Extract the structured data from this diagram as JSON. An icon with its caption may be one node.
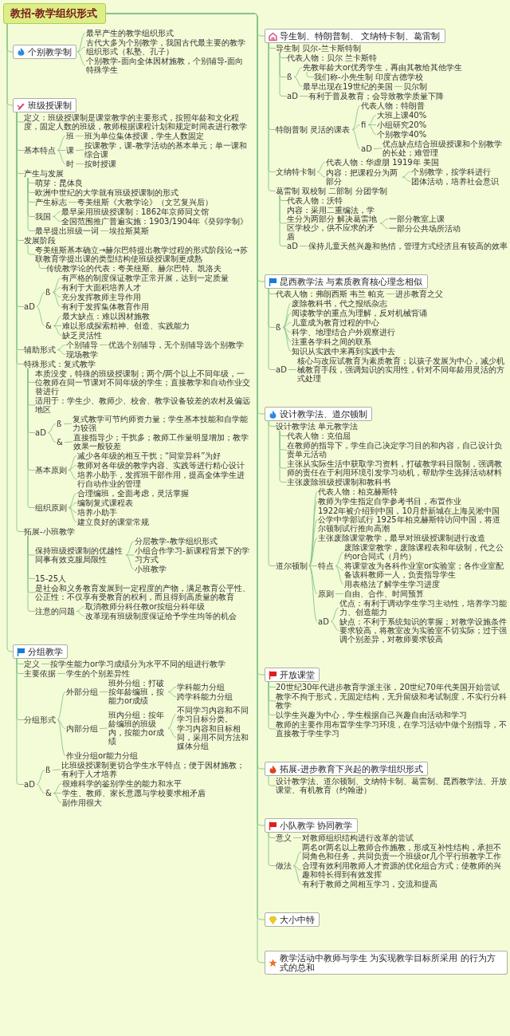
{
  "diagram": {
    "nodes": [
      {
        "text": [
          "教招-教学组织形式"
        ]
      },
      {
        "text": [
          "个别教学制"
        ]
      },
      {
        "text": [
          "最早产生的教学组织形式"
        ]
      },
      {
        "text": [
          "古代大多为个别教学，我国古代最主要的教学组织形式（私塾、孔子）"
        ]
      },
      {
        "text": [
          "个别教学-面向全体因材施教，个别辅导-面向特殊学生"
        ]
      },
      {
        "text": [
          "班级授课制"
        ]
      },
      {
        "text": [
          "定义：班级授课制是课堂教学的主要形式，按照年龄和文化程度，固定人数的班级，教师根据课程计划和规定时间表进行教学"
        ]
      },
      {
        "text": [
          "基本特点"
        ]
      },
      {
        "text": [
          "班"
        ]
      },
      {
        "text": [
          "班为单位集体授课，学生人数固定"
        ]
      },
      {
        "text": [
          "课"
        ]
      },
      {
        "text": [
          "按课教学，课-教学活动的基本单元；单一课和综合课"
        ]
      },
      {
        "text": [
          "时"
        ]
      },
      {
        "text": [
          "按时授课"
        ]
      },
      {
        "text": [
          "产生与发展"
        ]
      },
      {
        "text": [
          "萌芽：昆体良"
        ]
      },
      {
        "text": [
          "欧洲中世纪的大学就有班级授课制的形式"
        ]
      },
      {
        "text": [
          "产生标志"
        ]
      },
      {
        "text": [
          "夸美纽斯《大教学论》（文艺复兴后）"
        ]
      },
      {
        "text": [
          "我国"
        ]
      },
      {
        "text": [
          "最早采用班级授课制：1862年京师同文馆"
        ]
      },
      {
        "text": [
          "全国范围推广普遍实施：1903/1904年《癸卯学制》"
        ]
      },
      {
        "text": [
          "最早提出班级一词"
        ]
      },
      {
        "text": [
          "埃拉斯莫斯"
        ]
      },
      {
        "text": [
          "发展阶段"
        ]
      },
      {
        "text": [
          "夸美纽斯基本确立→赫尔巴特提出教学过程的形式阶段论→苏联教育学提出课的类型结构使班级授课制更成熟"
        ]
      },
      {
        "text": [
          "传统教学论的代表：夸美纽斯、赫尔巴特、凯洛夫"
        ]
      },
      {
        "text": [
          "aD"
        ]
      },
      {
        "text": [
          "ß"
        ]
      },
      {
        "text": [
          "有严格的制度保证教学正常开展，达到一定质量"
        ]
      },
      {
        "text": [
          "有利于大面积培养人才"
        ]
      },
      {
        "text": [
          "充分发挥教师主导作用"
        ]
      },
      {
        "text": [
          "有利于发挥集体教育作用"
        ]
      },
      {
        "text": [
          "&"
        ]
      },
      {
        "text": [
          "最大缺点：难以因材施教"
        ]
      },
      {
        "text": [
          "难以形成探索精神、创造、实践能力"
        ]
      },
      {
        "text": [
          "缺乏灵活性"
        ]
      },
      {
        "text": [
          "辅助形式"
        ]
      },
      {
        "text": [
          "个别辅导"
        ]
      },
      {
        "text": [
          "优选个别辅导，无个别辅导选个别教学"
        ]
      },
      {
        "text": [
          "现场教学"
        ]
      },
      {
        "text": [
          "特殊形式：复式教学"
        ]
      },
      {
        "text": [
          "本质没变，特殊的班级授课制；两个/两个以上不同年级，一位教师在同一节课对不同年级的学生；直接教学和自动作业交替进行"
        ]
      },
      {
        "text": [
          "适用于：学生少、教师少、校舍、教学设备较差的农村及偏远地区"
        ]
      },
      {
        "text": [
          "aD"
        ]
      },
      {
        "text": [
          "ß"
        ]
      },
      {
        "text": [
          "复式教学可节约师资力量；学生基本技能和自学能力较强"
        ]
      },
      {
        "text": [
          "&"
        ]
      },
      {
        "text": [
          "直接指导少；干扰多；教师工作量明显增加；教学效果一般较差"
        ]
      },
      {
        "text": [
          "基本原则"
        ]
      },
      {
        "text": [
          "减少各年级的相互干扰；“同堂异科”为好"
        ]
      },
      {
        "text": [
          "教师对各年级的教学内容、实践等进行精心设计"
        ]
      },
      {
        "text": [
          "培养小助手，发挥班干部作用，提高全体学生进行自动作业的管理"
        ]
      },
      {
        "text": [
          "组织原则"
        ]
      },
      {
        "text": [
          "合理编班，全面考虑，灵活掌握"
        ]
      },
      {
        "text": [
          "编制复式课程表"
        ]
      },
      {
        "text": [
          "培养小助手"
        ]
      },
      {
        "text": [
          "建立良好的课堂常规"
        ]
      },
      {
        "text": [
          "拓展-小班教学"
        ]
      },
      {
        "text": [
          "保持班级授课制的优越性同事有效克服局限性"
        ]
      },
      {
        "text": [
          "分层教学-教学组织形式"
        ]
      },
      {
        "text": [
          "小组合作学习-新课程背景下的学习方式"
        ]
      },
      {
        "text": [
          "小班教学"
        ]
      },
      {
        "text": [
          "15-25人"
        ]
      },
      {
        "text": [
          "是社会和义务教育发展到一定程度的产物，满足教育公平性、公正性：不仅享有受教育的权利，而且得到高质量的教育"
        ]
      },
      {
        "text": [
          "注意的问题"
        ]
      },
      {
        "text": [
          "取消教师分科任教or按组分科年级"
        ]
      },
      {
        "text": [
          "改革现有班级制度保证给予学生均等的机会"
        ]
      },
      {
        "text": [
          "分组教学"
        ]
      },
      {
        "text": [
          "定义"
        ]
      },
      {
        "text": [
          "按学生能力or学习成绩分为水平不同的组进行教学"
        ]
      },
      {
        "text": [
          "主要依据"
        ]
      },
      {
        "text": [
          "学生的个别差异性"
        ]
      },
      {
        "text": [
          "分组形式"
        ]
      },
      {
        "text": [
          "外部分组"
        ]
      },
      {
        "text": [
          "班外分组：打破按年龄编班，按能力or成绩"
        ]
      },
      {
        "text": [
          "学科能力分组"
        ]
      },
      {
        "text": [
          "跨学科能力分组"
        ]
      },
      {
        "text": [
          "内部分组"
        ]
      },
      {
        "text": [
          "班内分组：按年龄编班的班级内，按能力or成绩"
        ]
      },
      {
        "text": [
          "不同学习内容和不同学习目标分类。"
        ]
      },
      {
        "text": [
          "学习内容和目标相同，采用不同方法和媒体分组"
        ]
      },
      {
        "text": [
          "作业分组or能力分组"
        ]
      },
      {
        "text": [
          "aD"
        ]
      },
      {
        "text": [
          "ß"
        ]
      },
      {
        "text": [
          "比班级授课制更切合学生水平特点；便于因材施教；有利于人才培养"
        ]
      },
      {
        "text": [
          "&"
        ]
      },
      {
        "text": [
          "很难科学的鉴别学生的能力和水平"
        ]
      },
      {
        "text": [
          "学生、教师、家长意愿与学校要求相矛盾"
        ]
      },
      {
        "text": [
          "副作用很大"
        ]
      },
      {
        "text": [
          "导生制、特朗普制、 文纳特卡制、葛雷制"
        ]
      },
      {
        "text": [
          "导生制 贝尔-兰卡斯特制"
        ]
      },
      {
        "text": [
          "代表人物：贝尔 兰卡斯特"
        ]
      },
      {
        "text": [
          "ß"
        ]
      },
      {
        "text": [
          "先教年龄大or优秀学生，再由其教给其他学生"
        ]
      },
      {
        "text": [
          "我们称-小先生制 印度古德学校"
        ]
      },
      {
        "text": [
          "最早出现在19世纪的美国"
        ]
      },
      {
        "text": [
          "贝尔制"
        ]
      },
      {
        "text": [
          "aD"
        ]
      },
      {
        "text": [
          "有利于普及教育；会导致教学质量下降"
        ]
      },
      {
        "text": [
          "特朗普制 灵活的课表"
        ]
      },
      {
        "text": [
          "代表人物：特朗普"
        ]
      },
      {
        "text": [
          "fi"
        ]
      },
      {
        "text": [
          "大班上课40%"
        ]
      },
      {
        "text": [
          "小组研究20%"
        ]
      },
      {
        "text": [
          "个别教学40%"
        ]
      },
      {
        "text": [
          "aD"
        ]
      },
      {
        "text": [
          "优点缺点结合班级授课和个别教学的长处；难管理"
        ]
      },
      {
        "text": [
          "文纳特卡制"
        ]
      },
      {
        "text": [
          "代表人物：华虚朋 1919年 美国"
        ]
      },
      {
        "text": [
          "内容：把课程分为两部分"
        ]
      },
      {
        "text": [
          "个别教学，按学科进行"
        ]
      },
      {
        "text": [
          "团体活动，培养社会意识"
        ]
      },
      {
        "text": [
          "葛雷制 双校制 二部制 分团学制"
        ]
      },
      {
        "text": [
          "代表人物：沃特"
        ]
      },
      {
        "text": [
          "内容：采用二重编法，学生分为两部分 解决葛雷地区学校少，供不应求的矛盾"
        ]
      },
      {
        "text": [
          "一部分教室上课"
        ]
      },
      {
        "text": [
          "一部分公共场所活动"
        ]
      },
      {
        "text": [
          "aD"
        ]
      },
      {
        "text": [
          "保持儿童天然兴趣和热情，管理方式经济且有较高的效率"
        ]
      },
      {
        "text": [
          "昆西教学法 与素质教育核心理念相似"
        ]
      },
      {
        "text": [
          "代表人物：弗朗西斯 韦兰 帕克"
        ]
      },
      {
        "text": [
          "进步教育之父"
        ]
      },
      {
        "text": [
          "ß"
        ]
      },
      {
        "text": [
          "废除教科书，代之报纸杂志"
        ]
      },
      {
        "text": [
          "阅读教学的重点为理解，反对机械背诵"
        ]
      },
      {
        "text": [
          "儿童成为教育过程的中心"
        ]
      },
      {
        "text": [
          "科学、地理结合户外观察进行"
        ]
      },
      {
        "text": [
          "注重各学科之间的联系"
        ]
      },
      {
        "text": [
          "知识从实践中来再到实践中去"
        ]
      },
      {
        "text": [
          "aD"
        ]
      },
      {
        "text": [
          "核心与改应试教育为素质教育；以孩子发展为中心，减少机械教育手段，强调知识的实用性，针对不同年龄用灵活的方式处理"
        ]
      },
      {
        "text": [
          "设计教学法、道尔顿制"
        ]
      },
      {
        "text": [
          "设计教学法 单元教学法"
        ]
      },
      {
        "text": [
          "代表人物：克伯屈"
        ]
      },
      {
        "text": [
          "在教师的指导下，学生自己决定学习目的和内容，自己设计负责单元活动"
        ]
      },
      {
        "text": [
          "主张从实际生活中获取学习资料，打破教学科目限制，强调教师的责任在于利用环境引发学习动机，帮助学生选择活动材料"
        ]
      },
      {
        "text": [
          "主张废除班级授课制和教科书"
        ]
      },
      {
        "text": [
          "道尔顿制"
        ]
      },
      {
        "text": [
          "代表人物：柏克赫斯特"
        ]
      },
      {
        "text": [
          "教师为学生指定自学参考书目，布置作业"
        ]
      },
      {
        "text": [
          "1922年被介绍到中国，10月舒新城在上海吴淞中国公学中学部试行 1925年柏克赫斯特访问中国，将道尔顿制试行推向高潮"
        ]
      },
      {
        "text": [
          "主张废除课堂教学，最早对班级授课制进行改造"
        ]
      },
      {
        "text": [
          "特点"
        ]
      },
      {
        "text": [
          "废除课堂教学，废除课程表和年级制，代之公约or合同式（月约）"
        ]
      },
      {
        "text": [
          "将课堂改为各科作业室or实验室；各作业室配备该科教师一人，负责指导学生"
        ]
      },
      {
        "text": [
          "用表格法了解学生学习进度"
        ]
      },
      {
        "text": [
          "原则"
        ]
      },
      {
        "text": [
          "自由、合作、时间预算"
        ]
      },
      {
        "text": [
          "aD"
        ]
      },
      {
        "text": [
          "优点：有利于调动学生学习主动性，培养学习能力、创造能力"
        ]
      },
      {
        "text": [
          "缺点：不利于系统知识的掌握；对教学设施条件要求较高，将教室改为实验室不切实际；过于强调个别差异，对教师要求较高"
        ]
      },
      {
        "text": [
          "开放课堂"
        ]
      },
      {
        "text": [
          "20世纪30年代进步教育学派主张，20世纪70年代美国开始尝试"
        ]
      },
      {
        "text": [
          "教学不拘于形式，无固定结构，无升留级和考试制度，不实行分科教学"
        ]
      },
      {
        "text": [
          "以学生兴趣为中心，学生根据自己兴趣自由活动和学习"
        ]
      },
      {
        "text": [
          "教师的主要作用布置学生学习环境，在学习活动中做个别指导，不直接教于学生学习"
        ]
      },
      {
        "text": [
          "拓展-进步教育下兴起的教学组织形式"
        ]
      },
      {
        "text": [
          "设计教学法、道尔顿制、文纳特卡制、葛雷制、昆西教学法、开放课堂、有机教育（约翰逊）"
        ]
      },
      {
        "text": [
          "小队教学 协同教学"
        ]
      },
      {
        "text": [
          "意义"
        ]
      },
      {
        "text": [
          "对教师组织结构进行改革的尝试"
        ]
      },
      {
        "text": [
          "做法"
        ]
      },
      {
        "text": [
          "两名or两名以上教师合作施教，形成互补性结构，承担不同角色和任务，共同负责一个班级or几个平行班教学工作"
        ]
      },
      {
        "text": [
          "合理有效利用教师人才资源的优化组合方式；使教师的兴趣和特长得到有效发挥"
        ]
      },
      {
        "text": [
          "有利于教师之间相互学习，交流和提高"
        ]
      },
      {
        "text": [
          "大小中特"
        ]
      },
      {
        "text": [
          "教学活动中教师与学生 为实现教学目标所采用 的行为方式的总和"
        ]
      }
    ],
    "edges": [
      {
        "from": 0,
        "to": 1,
        "arrow": "none"
      },
      {
        "from": 1,
        "to": 2,
        "arrow": "none"
      },
      {
        "from": 1,
        "to": 3,
        "arrow": "none"
      },
      {
        "from": 1,
        "to": 4,
        "arrow": "none"
      },
      {
        "from": 0,
        "to": 5,
        "arrow": "none"
      },
      {
        "from": 5,
        "to": 6,
        "arrow": "none"
      },
      {
        "from": 5,
        "to": 7,
        "arrow": "none"
      },
      {
        "from": 7,
        "to": 8,
        "arrow": "none"
      },
      {
        "from": 8,
        "to": 9,
        "arrow": "none"
      },
      {
        "from": 7,
        "to": 10,
        "arrow": "none"
      },
      {
        "from": 10,
        "to": 11,
        "arrow": "none"
      },
      {
        "from": 7,
        "to": 12,
        "arrow": "none"
      },
      {
        "from": 12,
        "to": 13,
        "arrow": "none"
      },
      {
        "from": 5,
        "to": 14,
        "arrow": "none"
      },
      {
        "from": 14,
        "to": 15,
        "arrow": "none"
      },
      {
        "from": 14,
        "to": 16,
        "arrow": "none"
      },
      {
        "from": 14,
        "to": 17,
        "arrow": "none"
      },
      {
        "from": 17,
        "to": 18,
        "arrow": "none"
      },
      {
        "from": 14,
        "to": 19,
        "arrow": "none"
      },
      {
        "from": 19,
        "to": 20,
        "arrow": "none"
      },
      {
        "from": 19,
        "to": 21,
        "arrow": "none"
      },
      {
        "from": 14,
        "to": 22,
        "arrow": "none"
      },
      {
        "from": 22,
        "to": 23,
        "arrow": "none"
      },
      {
        "from": 5,
        "to": 24,
        "arrow": "none"
      },
      {
        "from": 24,
        "to": 25,
        "arrow": "none"
      },
      {
        "from": 25,
        "to": 26,
        "arrow": "none"
      },
      {
        "from": 5,
        "to": 27,
        "arrow": "none"
      },
      {
        "from": 27,
        "to": 28,
        "arrow": "none"
      },
      {
        "from": 28,
        "to": 29,
        "arrow": "none"
      },
      {
        "from": 28,
        "to": 30,
        "arrow": "none"
      },
      {
        "from": 28,
        "to": 31,
        "arrow": "none"
      },
      {
        "from": 28,
        "to": 32,
        "arrow": "none"
      },
      {
        "from": 27,
        "to": 33,
        "arrow": "none"
      },
      {
        "from": 33,
        "to": 34,
        "arrow": "none"
      },
      {
        "from": 33,
        "to": 35,
        "arrow": "none"
      },
      {
        "from": 33,
        "to": 36,
        "arrow": "none"
      },
      {
        "from": 5,
        "to": 37,
        "arrow": "none"
      },
      {
        "from": 37,
        "to": 38,
        "arrow": "none"
      },
      {
        "from": 38,
        "to": 39,
        "arrow": "none"
      },
      {
        "from": 37,
        "to": 40,
        "arrow": "none"
      },
      {
        "from": 5,
        "to": 41,
        "arrow": "none"
      },
      {
        "from": 41,
        "to": 42,
        "arrow": "none"
      },
      {
        "from": 41,
        "to": 43,
        "arrow": "none"
      },
      {
        "from": 41,
        "to": 44,
        "arrow": "none"
      },
      {
        "from": 44,
        "to": 45,
        "arrow": "none"
      },
      {
        "from": 45,
        "to": 46,
        "arrow": "none"
      },
      {
        "from": 44,
        "to": 47,
        "arrow": "none"
      },
      {
        "from": 47,
        "to": 48,
        "arrow": "none"
      },
      {
        "from": 41,
        "to": 49,
        "arrow": "none"
      },
      {
        "from": 49,
        "to": 50,
        "arrow": "none"
      },
      {
        "from": 49,
        "to": 51,
        "arrow": "none"
      },
      {
        "from": 49,
        "to": 52,
        "arrow": "none"
      },
      {
        "from": 41,
        "to": 53,
        "arrow": "none"
      },
      {
        "from": 53,
        "to": 54,
        "arrow": "none"
      },
      {
        "from": 53,
        "to": 55,
        "arrow": "none"
      },
      {
        "from": 53,
        "to": 56,
        "arrow": "none"
      },
      {
        "from": 53,
        "to": 57,
        "arrow": "none"
      },
      {
        "from": 5,
        "to": 58,
        "arrow": "none"
      },
      {
        "from": 58,
        "to": 59,
        "arrow": "none"
      },
      {
        "from": 59,
        "to": 60,
        "arrow": "none"
      },
      {
        "from": 59,
        "to": 61,
        "arrow": "none"
      },
      {
        "from": 59,
        "to": 62,
        "arrow": "none"
      },
      {
        "from": 58,
        "to": 63,
        "arrow": "none"
      },
      {
        "from": 58,
        "to": 64,
        "arrow": "none"
      },
      {
        "from": 58,
        "to": 65,
        "arrow": "none"
      },
      {
        "from": 65,
        "to": 66,
        "arrow": "none"
      },
      {
        "from": 65,
        "to": 67,
        "arrow": "none"
      },
      {
        "from": 0,
        "to": 68,
        "arrow": "none"
      },
      {
        "from": 68,
        "to": 69,
        "arrow": "none"
      },
      {
        "from": 69,
        "to": 70,
        "arrow": "none"
      },
      {
        "from": 68,
        "to": 71,
        "arrow": "none"
      },
      {
        "from": 71,
        "to": 72,
        "arrow": "none"
      },
      {
        "from": 68,
        "to": 73,
        "arrow": "none"
      },
      {
        "from": 73,
        "to": 74,
        "arrow": "none"
      },
      {
        "from": 74,
        "to": 75,
        "arrow": "none"
      },
      {
        "from": 75,
        "to": 76,
        "arrow": "none"
      },
      {
        "from": 75,
        "to": 77,
        "arrow": "none"
      },
      {
        "from": 73,
        "to": 78,
        "arrow": "none"
      },
      {
        "from": 78,
        "to": 79,
        "arrow": "none"
      },
      {
        "from": 79,
        "to": 80,
        "arrow": "none"
      },
      {
        "from": 79,
        "to": 81,
        "arrow": "none"
      },
      {
        "from": 73,
        "to": 82,
        "arrow": "none"
      },
      {
        "from": 68,
        "to": 83,
        "arrow": "none"
      },
      {
        "from": 83,
        "to": 84,
        "arrow": "none"
      },
      {
        "from": 84,
        "to": 85,
        "arrow": "none"
      },
      {
        "from": 83,
        "to": 86,
        "arrow": "none"
      },
      {
        "from": 86,
        "to": 87,
        "arrow": "none"
      },
      {
        "from": 86,
        "to": 88,
        "arrow": "none"
      },
      {
        "from": 86,
        "to": 89,
        "arrow": "none"
      },
      {
        "from": 0,
        "to": 90,
        "arrow": "none"
      },
      {
        "from": 90,
        "to": 91,
        "arrow": "none"
      },
      {
        "from": 91,
        "to": 92,
        "arrow": "none"
      },
      {
        "from": 91,
        "to": 93,
        "arrow": "none"
      },
      {
        "from": 93,
        "to": 94,
        "arrow": "none"
      },
      {
        "from": 94,
        "to": 95,
        "arrow": "none"
      },
      {
        "from": 93,
        "to": 96,
        "arrow": "none"
      },
      {
        "from": 96,
        "to": 97,
        "arrow": "none"
      },
      {
        "from": 91,
        "to": 98,
        "arrow": "none"
      },
      {
        "from": 98,
        "to": 99,
        "arrow": "none"
      },
      {
        "from": 90,
        "to": 100,
        "arrow": "none"
      },
      {
        "from": 100,
        "to": 101,
        "arrow": "none"
      },
      {
        "from": 100,
        "to": 102,
        "arrow": "none"
      },
      {
        "from": 102,
        "to": 103,
        "arrow": "none"
      },
      {
        "from": 102,
        "to": 104,
        "arrow": "none"
      },
      {
        "from": 102,
        "to": 105,
        "arrow": "none"
      },
      {
        "from": 100,
        "to": 106,
        "arrow": "none"
      },
      {
        "from": 106,
        "to": 107,
        "arrow": "none"
      },
      {
        "from": 90,
        "to": 108,
        "arrow": "none"
      },
      {
        "from": 108,
        "to": 109,
        "arrow": "none"
      },
      {
        "from": 108,
        "to": 110,
        "arrow": "none"
      },
      {
        "from": 110,
        "to": 111,
        "arrow": "none"
      },
      {
        "from": 110,
        "to": 112,
        "arrow": "none"
      },
      {
        "from": 90,
        "to": 113,
        "arrow": "none"
      },
      {
        "from": 113,
        "to": 114,
        "arrow": "none"
      },
      {
        "from": 113,
        "to": 115,
        "arrow": "none"
      },
      {
        "from": 115,
        "to": 116,
        "arrow": "none"
      },
      {
        "from": 115,
        "to": 117,
        "arrow": "none"
      },
      {
        "from": 113,
        "to": 118,
        "arrow": "none"
      },
      {
        "from": 118,
        "to": 119,
        "arrow": "none"
      },
      {
        "from": 0,
        "to": 120,
        "arrow": "none"
      },
      {
        "from": 120,
        "to": 121,
        "arrow": "none"
      },
      {
        "from": 121,
        "to": 122,
        "arrow": "none"
      },
      {
        "from": 120,
        "to": 123,
        "arrow": "none"
      },
      {
        "from": 123,
        "to": 124,
        "arrow": "none"
      },
      {
        "from": 123,
        "to": 125,
        "arrow": "none"
      },
      {
        "from": 123,
        "to": 126,
        "arrow": "none"
      },
      {
        "from": 123,
        "to": 127,
        "arrow": "none"
      },
      {
        "from": 123,
        "to": 128,
        "arrow": "none"
      },
      {
        "from": 123,
        "to": 129,
        "arrow": "none"
      },
      {
        "from": 120,
        "to": 130,
        "arrow": "none"
      },
      {
        "from": 130,
        "to": 131,
        "arrow": "none"
      },
      {
        "from": 0,
        "to": 132,
        "arrow": "none"
      },
      {
        "from": 132,
        "to": 133,
        "arrow": "none"
      },
      {
        "from": 133,
        "to": 134,
        "arrow": "none"
      },
      {
        "from": 133,
        "to": 135,
        "arrow": "none"
      },
      {
        "from": 133,
        "to": 136,
        "arrow": "none"
      },
      {
        "from": 133,
        "to": 137,
        "arrow": "none"
      },
      {
        "from": 132,
        "to": 138,
        "arrow": "none"
      },
      {
        "from": 138,
        "to": 139,
        "arrow": "none"
      },
      {
        "from": 138,
        "to": 140,
        "arrow": "none"
      },
      {
        "from": 138,
        "to": 141,
        "arrow": "none"
      },
      {
        "from": 138,
        "to": 142,
        "arrow": "none"
      },
      {
        "from": 138,
        "to": 143,
        "arrow": "none"
      },
      {
        "from": 143,
        "to": 144,
        "arrow": "none"
      },
      {
        "from": 143,
        "to": 145,
        "arrow": "none"
      },
      {
        "from": 143,
        "to": 146,
        "arrow": "none"
      },
      {
        "from": 138,
        "to": 147,
        "arrow": "none"
      },
      {
        "from": 147,
        "to": 148,
        "arrow": "none"
      },
      {
        "from": 138,
        "to": 149,
        "arrow": "none"
      },
      {
        "from": 149,
        "to": 150,
        "arrow": "none"
      },
      {
        "from": 149,
        "to": 151,
        "arrow": "none"
      },
      {
        "from": 0,
        "to": 152,
        "arrow": "none"
      },
      {
        "from": 152,
        "to": 153,
        "arrow": "none"
      },
      {
        "from": 152,
        "to": 154,
        "arrow": "none"
      },
      {
        "from": 152,
        "to": 155,
        "arrow": "none"
      },
      {
        "from": 152,
        "to": 156,
        "arrow": "none"
      },
      {
        "from": 0,
        "to": 157,
        "arrow": "none"
      },
      {
        "from": 157,
        "to": 158,
        "arrow": "none"
      },
      {
        "from": 0,
        "to": 159,
        "arrow": "none"
      },
      {
        "from": 159,
        "to": 160,
        "arrow": "none"
      },
      {
        "from": 160,
        "to": 161,
        "arrow": "none"
      },
      {
        "from": 159,
        "to": 162,
        "arrow": "none"
      },
      {
        "from": 162,
        "to": 163,
        "arrow": "none"
      },
      {
        "from": 162,
        "to": 164,
        "arrow": "none"
      },
      {
        "from": 162,
        "to": 165,
        "arrow": "none"
      },
      {
        "from": 0,
        "to": 166,
        "arrow": "none"
      },
      {
        "from": 0,
        "to": 167,
        "arrow": "none"
      }
    ]
  }
}
